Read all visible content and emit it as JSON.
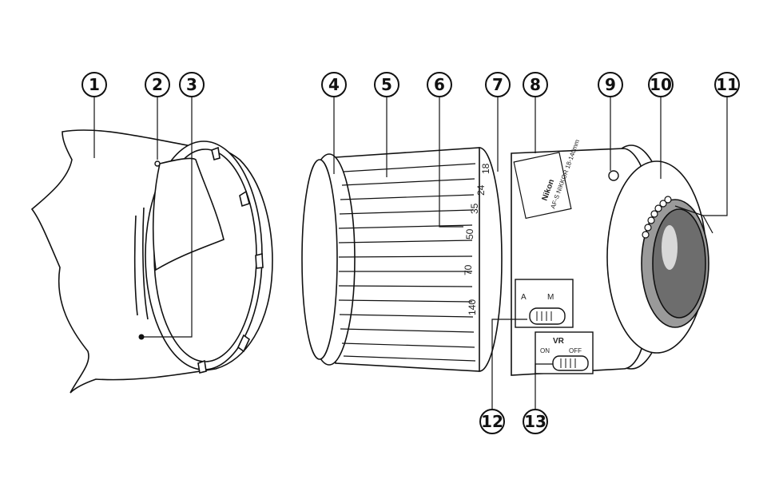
{
  "callouts": [
    {
      "number": "1"
    },
    {
      "number": "2"
    },
    {
      "number": "3"
    },
    {
      "number": "4"
    },
    {
      "number": "5"
    },
    {
      "number": "6"
    },
    {
      "number": "7"
    },
    {
      "number": "8"
    },
    {
      "number": "9"
    },
    {
      "number": "10"
    },
    {
      "number": "11"
    },
    {
      "number": "12"
    },
    {
      "number": "13"
    }
  ],
  "zoom_scale": [
    "18",
    "24",
    "35",
    "50",
    "70",
    "140"
  ],
  "lens": {
    "brand": "Nikon",
    "model": "AF-S NIKKOR 18-140mm",
    "focus_mode": {
      "a_label": "A",
      "m_label": "M"
    },
    "vr": {
      "label": "VR",
      "on_label": "ON",
      "off_label": "OFF"
    }
  }
}
